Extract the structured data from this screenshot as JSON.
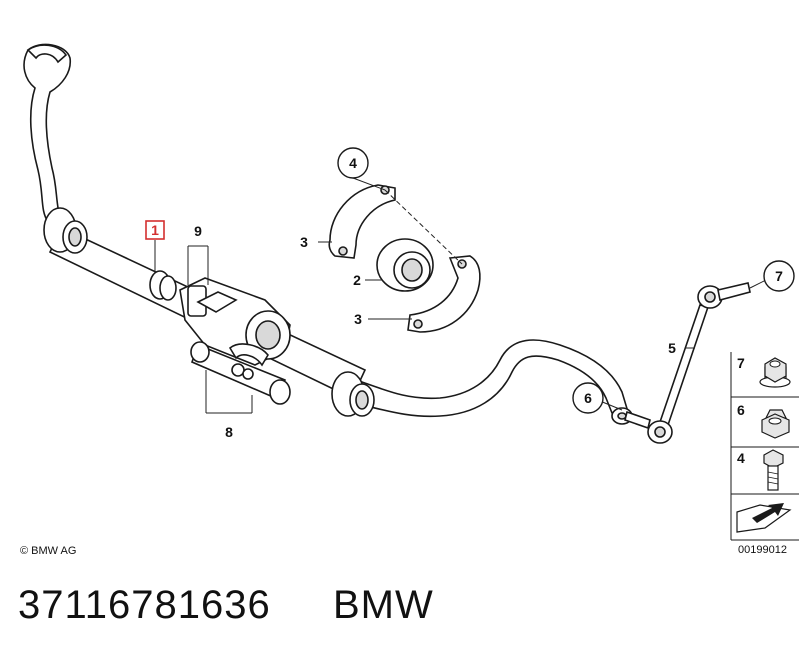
{
  "copyright": "© BMW AG",
  "diagram_number": "00199012",
  "part_number": "37116781636",
  "brand": "BMW",
  "highlighted_callout": "1",
  "callouts": {
    "c1": "1",
    "c9": "9",
    "c8": "8",
    "c4": "4",
    "c3a": "3",
    "c2": "2",
    "c3b": "3",
    "c5": "5",
    "c6": "6",
    "c7": "7"
  },
  "legend": [
    {
      "label": "7",
      "icon": "flange-nut-icon"
    },
    {
      "label": "6",
      "icon": "self-locking-nut-icon"
    },
    {
      "label": "4",
      "icon": "hex-bolt-icon"
    }
  ],
  "colors": {
    "highlight": "#d32f2f",
    "line": "#1a1a1a",
    "shade": "#d9d9d9"
  }
}
